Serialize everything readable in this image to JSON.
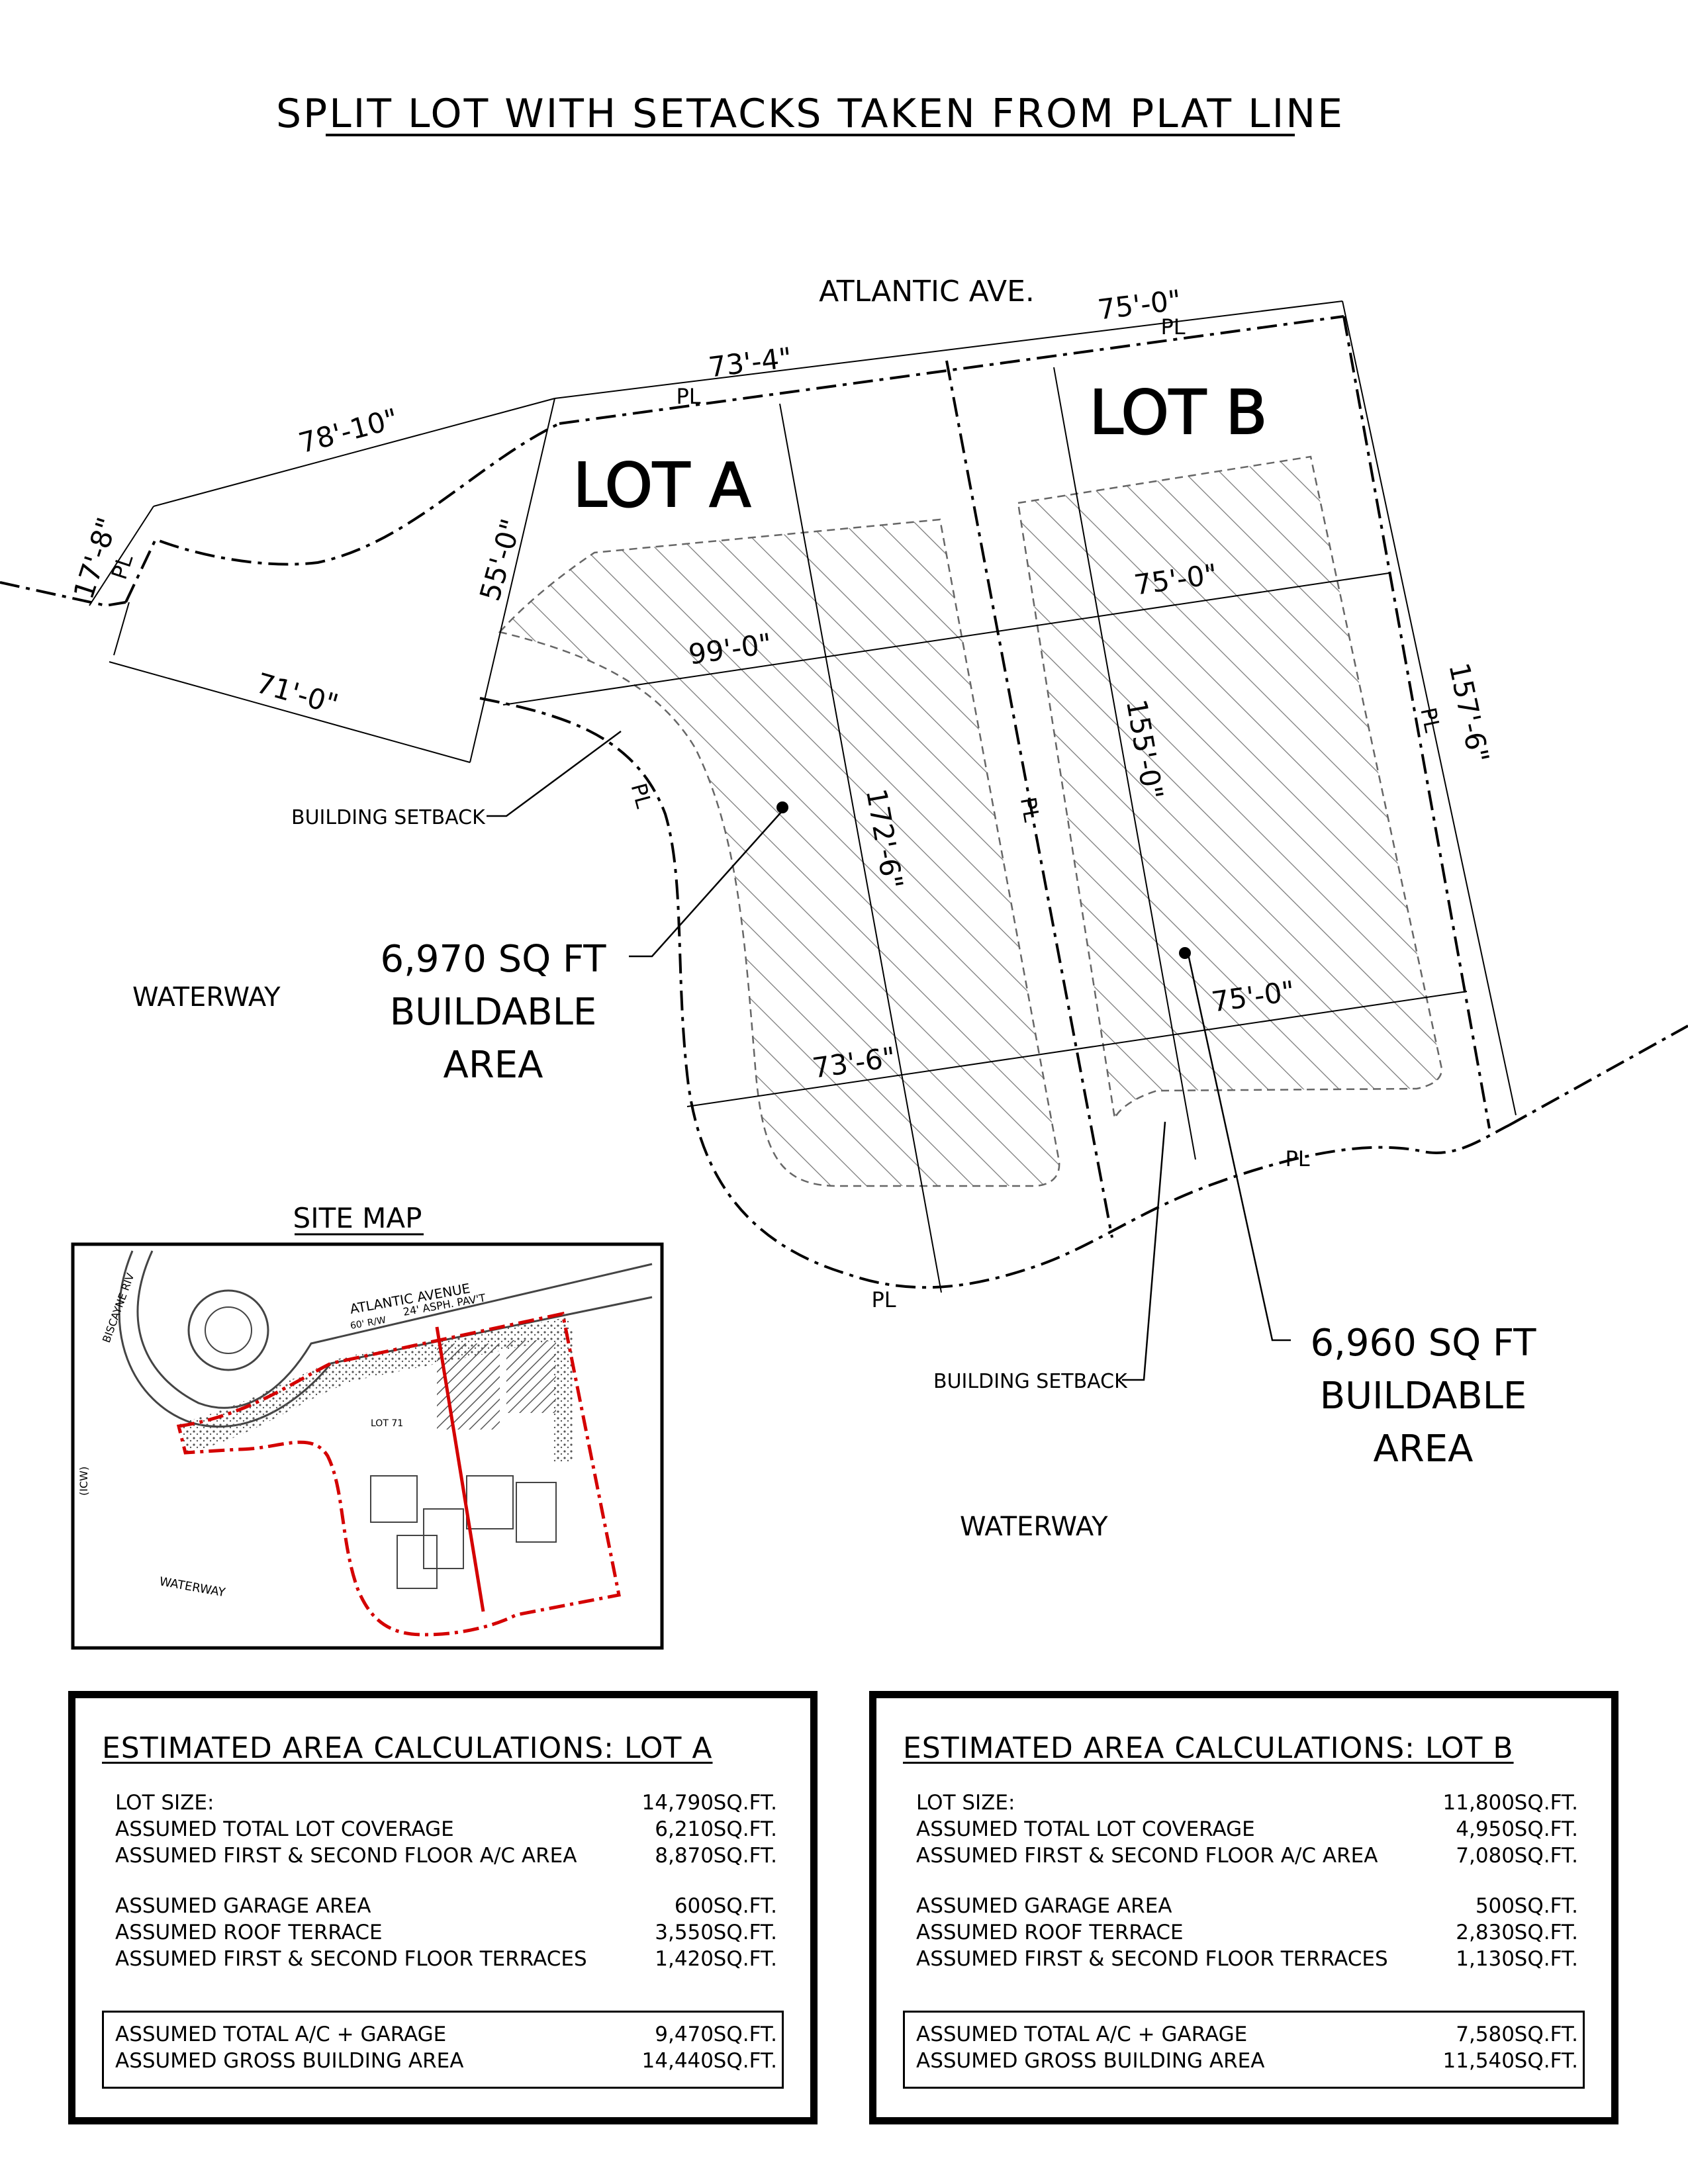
{
  "title": "SPLIT LOT WITH SETACKS TAKEN FROM PLAT LINE",
  "street": "ATLANTIC AVE.",
  "lots": {
    "a": {
      "label": "LOT A"
    },
    "b": {
      "label": "LOT B"
    }
  },
  "dimensions": {
    "front_left": "78'-10\"",
    "front_mid": "73'-4\"",
    "front_right": "75'-0\"",
    "west_short": "17'-8\"",
    "bottom_left": "71'-0\"",
    "lot_a_side": "55'-0\"",
    "lot_a_width": "99'-0\"",
    "lot_a_depth": "172'-6\"",
    "lot_a_rear": "73'-6\"",
    "lot_b_width_top": "75'-0\"",
    "lot_b_depth": "155'-0\"",
    "lot_b_width_bottom": "75'-0\"",
    "east_depth": "157'-6\""
  },
  "plat_marker": "PL",
  "labels": {
    "setback_a": "BUILDING SETBACK",
    "setback_b": "BUILDING SETBACK",
    "waterway_left": "WATERWAY",
    "waterway_bottom": "WATERWAY",
    "buildable_a_area": "6,970 SQ FT",
    "buildable_a_line1": "BUILDABLE",
    "buildable_a_line2": "AREA",
    "buildable_b_area": "6,960 SQ FT",
    "buildable_b_line1": "BUILDABLE",
    "buildable_b_line2": "AREA"
  },
  "site_map": {
    "title": "SITE MAP",
    "labels": {
      "street": "ATLANTIC AVENUE",
      "paving": "24' ASPH. PAV'T",
      "row": "60' R/W",
      "road": "BISCAYNE RIV",
      "lot": "LOT 71",
      "waterway": "WATERWAY",
      "icw": "(ICW)"
    }
  },
  "colors": {
    "line": "#000000",
    "site_boundary": "#d40000",
    "map_hatch": "#555555"
  },
  "calc_a": {
    "title": "ESTIMATED AREA CALCULATIONS: LOT A",
    "rows": [
      {
        "label": "LOT SIZE:",
        "value": "14,790",
        "unit": "SQ.FT."
      },
      {
        "label": "ASSUMED TOTAL LOT COVERAGE",
        "value": "6,210",
        "unit": "SQ.FT."
      },
      {
        "label": "ASSUMED FIRST & SECOND FLOOR A/C AREA",
        "value": "8,870",
        "unit": "SQ.FT."
      },
      {
        "label": "ASSUMED GARAGE AREA",
        "value": "600",
        "unit": "SQ.FT."
      },
      {
        "label": "ASSUMED ROOF TERRACE",
        "value": "3,550",
        "unit": "SQ.FT."
      },
      {
        "label": "ASSUMED FIRST & SECOND FLOOR TERRACES",
        "value": "1,420",
        "unit": "SQ.FT."
      }
    ],
    "totals": [
      {
        "label": "ASSUMED TOTAL A/C + GARAGE",
        "value": "9,470",
        "unit": "SQ.FT."
      },
      {
        "label": "ASSUMED GROSS BUILDING AREA",
        "value": "14,440",
        "unit": "SQ.FT."
      }
    ]
  },
  "calc_b": {
    "title": "ESTIMATED AREA CALCULATIONS: LOT B",
    "rows": [
      {
        "label": "LOT SIZE:",
        "value": "11,800",
        "unit": "SQ.FT."
      },
      {
        "label": "ASSUMED TOTAL LOT COVERAGE",
        "value": "4,950",
        "unit": "SQ.FT."
      },
      {
        "label": "ASSUMED FIRST & SECOND FLOOR A/C AREA",
        "value": "7,080",
        "unit": "SQ.FT."
      },
      {
        "label": "ASSUMED GARAGE AREA",
        "value": "500",
        "unit": "SQ.FT."
      },
      {
        "label": "ASSUMED ROOF TERRACE",
        "value": "2,830",
        "unit": "SQ.FT."
      },
      {
        "label": "ASSUMED FIRST & SECOND FLOOR TERRACES",
        "value": "1,130",
        "unit": "SQ.FT."
      }
    ],
    "totals": [
      {
        "label": "ASSUMED TOTAL A/C + GARAGE",
        "value": "7,580",
        "unit": "SQ.FT."
      },
      {
        "label": "ASSUMED GROSS BUILDING AREA",
        "value": "11,540",
        "unit": "SQ.FT."
      }
    ]
  }
}
